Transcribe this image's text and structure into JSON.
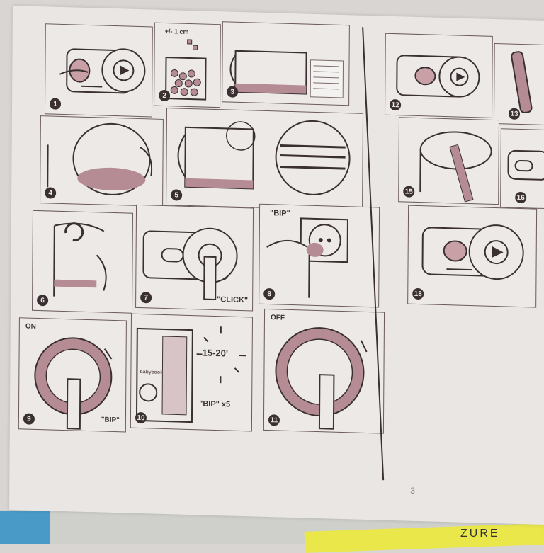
{
  "panels": [
    {
      "n": "1"
    },
    {
      "n": "2",
      "label": "+/- 1 cm"
    },
    {
      "n": "3"
    },
    {
      "n": "4"
    },
    {
      "n": "5"
    },
    {
      "n": "6"
    },
    {
      "n": "7",
      "label": "\"CLICK\""
    },
    {
      "n": "8",
      "label": "\"BIP\""
    },
    {
      "n": "9",
      "label_top": "ON",
      "label_bottom": "\"BIP\""
    },
    {
      "n": "10",
      "label": "15-20'",
      "label2": "\"BIP\" x5",
      "brand": "babycook"
    },
    {
      "n": "11",
      "label_top": "OFF"
    },
    {
      "n": "12"
    },
    {
      "n": "13"
    },
    {
      "n": "15"
    },
    {
      "n": "16"
    },
    {
      "n": "18"
    }
  ],
  "page_number": "3",
  "bottom_text": "ZURE",
  "colors": {
    "line": "#3a3032",
    "fill": "#b58c93",
    "paper": "#ece9e7"
  }
}
